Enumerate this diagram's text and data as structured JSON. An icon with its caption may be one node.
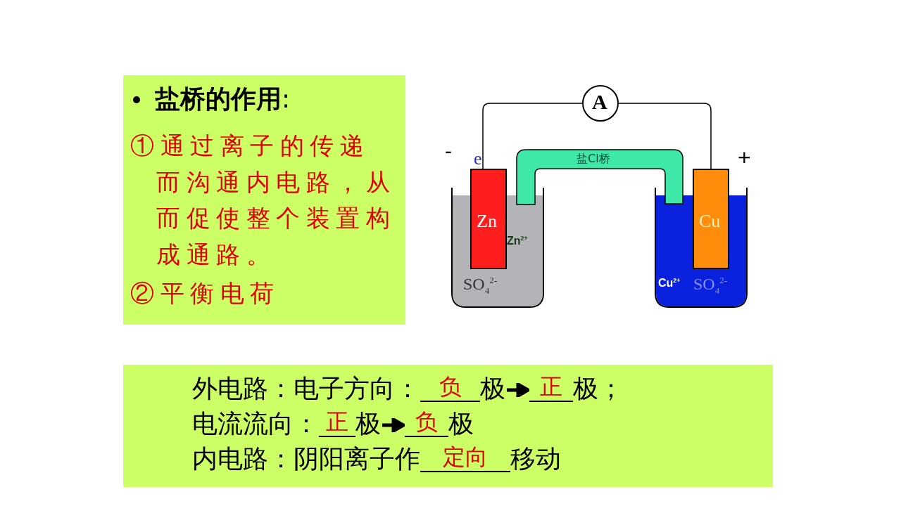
{
  "diagram": {
    "nodes": [
      {
        "text": [
          "**盐桥的作用**:",
          "①通过离子的传递而沟通内电路，从而促使整个装置构成通路。",
          "②平衡电荷"
        ]
      },
      {
        "text": [
          "外电路：电子方向：",
          "负",
          "极",
          "正",
          "极；",
          "电流流向：",
          "正",
          "极",
          "负",
          "极",
          "内电路：阴阳离子作",
          "定向",
          "移动"
        ]
      },
      {
        "text": [
          "A"
        ]
      },
      {
        "text": [
          "Zn$^{2+}$",
          "SO$_{4}$$^{2-}$"
        ]
      },
      {
        "text": [
          "Cu$^{2+}$",
          "SO$_{4}$$^{2-}$"
        ]
      },
      {
        "text": [
          "Zn"
        ]
      },
      {
        "text": [
          "Cu"
        ]
      },
      {
        "text": [
          "盐Cl桥"
        ]
      }
    ],
    "edges": [
      {
        "from": 5,
        "to": 2,
        "arrow": "none"
      },
      {
        "from": 2,
        "to": 6,
        "arrow": "none"
      }
    ],
    "labels": [
      "-",
      "e",
      "+"
    ]
  }
}
